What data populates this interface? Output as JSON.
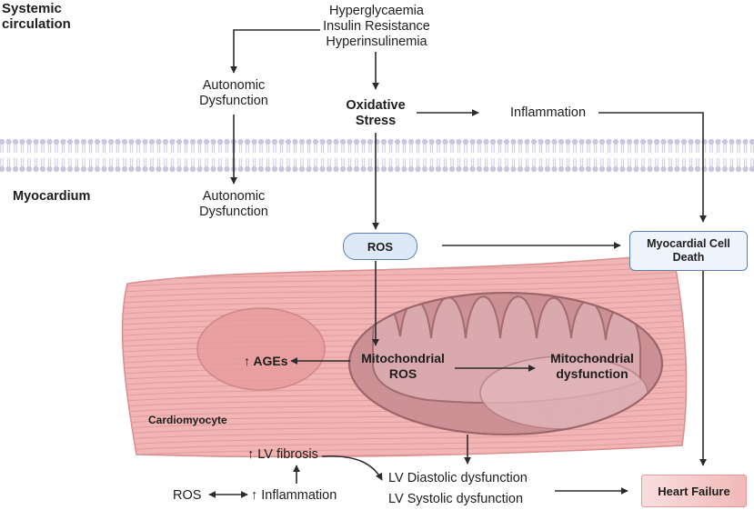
{
  "labels": {
    "systemic": "Systemic\ncirculation",
    "myocardium": "Myocardium",
    "triggers": "Hyperglycaemia\nInsulin Resistance\nHyperinsulinemia",
    "autonomic_top": "Autonomic\nDysfunction",
    "autonomic_bottom": "Autonomic\nDysfunction",
    "oxidative_stress": "Oxidative\nStress",
    "inflammation_top": "Inflammation",
    "ros_box": "ROS",
    "cell_death": "Myocardial Cell\nDeath",
    "ages": "↑ AGEs",
    "mito_ros": "Mitochondrial\nROS",
    "mito_dysfunction": "Mitochondrial\ndysfunction",
    "cardiomyocyte": "Cardiomyocyte",
    "lv_fibrosis": "↑ LV fibrosis",
    "ros_bottom": "ROS",
    "inflammation_bottom": "↑ Inflammation",
    "lv_diastolic": "LV Diastolic dysfunction",
    "lv_systolic": "LV Systolic dysfunction",
    "heart_failure": "Heart Failure"
  },
  "colors": {
    "myocardium_label": "#b5307f",
    "membrane": "#c9c4df",
    "cell_fill": "#f2b5b5",
    "cell_stripe": "#e39a9a",
    "mito_fill": "#c98e93",
    "ros_box_fill": "#dde9f7",
    "ros_box_border": "#5b7fb5",
    "heart_failure_fill": "#f4c3c3",
    "arrow": "#2b2b2b"
  }
}
